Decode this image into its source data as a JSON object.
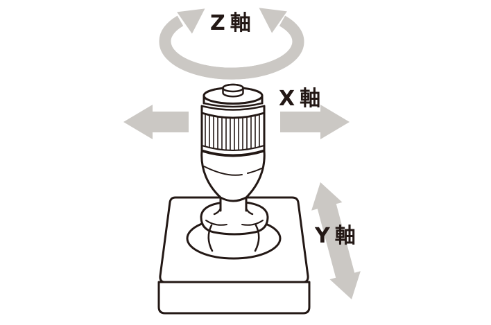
{
  "diagram": {
    "type": "joystick-3-axis-motion",
    "background_color": "#ffffff",
    "line_color": "#231815",
    "arrow_color": "#cbc8c4",
    "axes": [
      {
        "label": "Z軸",
        "indicator": "rotation-arrows-around-stick-top"
      },
      {
        "label": "X軸",
        "indicator": "left-and-right-arrows"
      },
      {
        "label": "Y軸",
        "indicator": "forward-back-double-arrow"
      }
    ]
  }
}
